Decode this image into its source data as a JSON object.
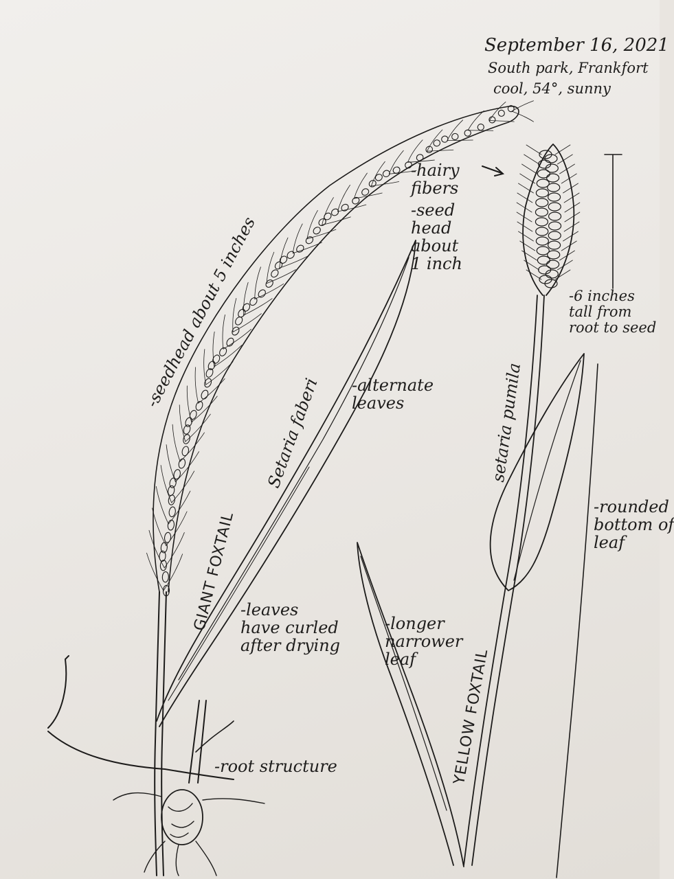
{
  "header": {
    "date": "September 16, 2021",
    "location": "South park, Frankfort",
    "weather": "cool, 54°, sunny"
  },
  "labels": {
    "seedhead_length": "-seedhead about 5 inches",
    "hairy_fibers": "-hairy\nfibers",
    "seed_head": "-seed\nhead\nabout\n1 inch",
    "alternate_leaves": "-alternate\nleaves",
    "height": "-6 inches\ntall from\nroot to seed",
    "rounded_leaf": "-rounded\nbottom of\nleaf",
    "leaves_curled": "-leaves\nhave curled\nafter drying",
    "longer_leaf": "-longer\nnarrower\nleaf",
    "root_structure": "-root structure"
  },
  "species": {
    "giant_common": "GIANT FOXTAIL",
    "giant_latin": "Setaria faberi",
    "yellow_common": "YELLOW FOXTAIL",
    "yellow_latin": "setaria pumila"
  },
  "colors": {
    "paper": "#ebe8e4",
    "ink": "#1c1b1a"
  }
}
